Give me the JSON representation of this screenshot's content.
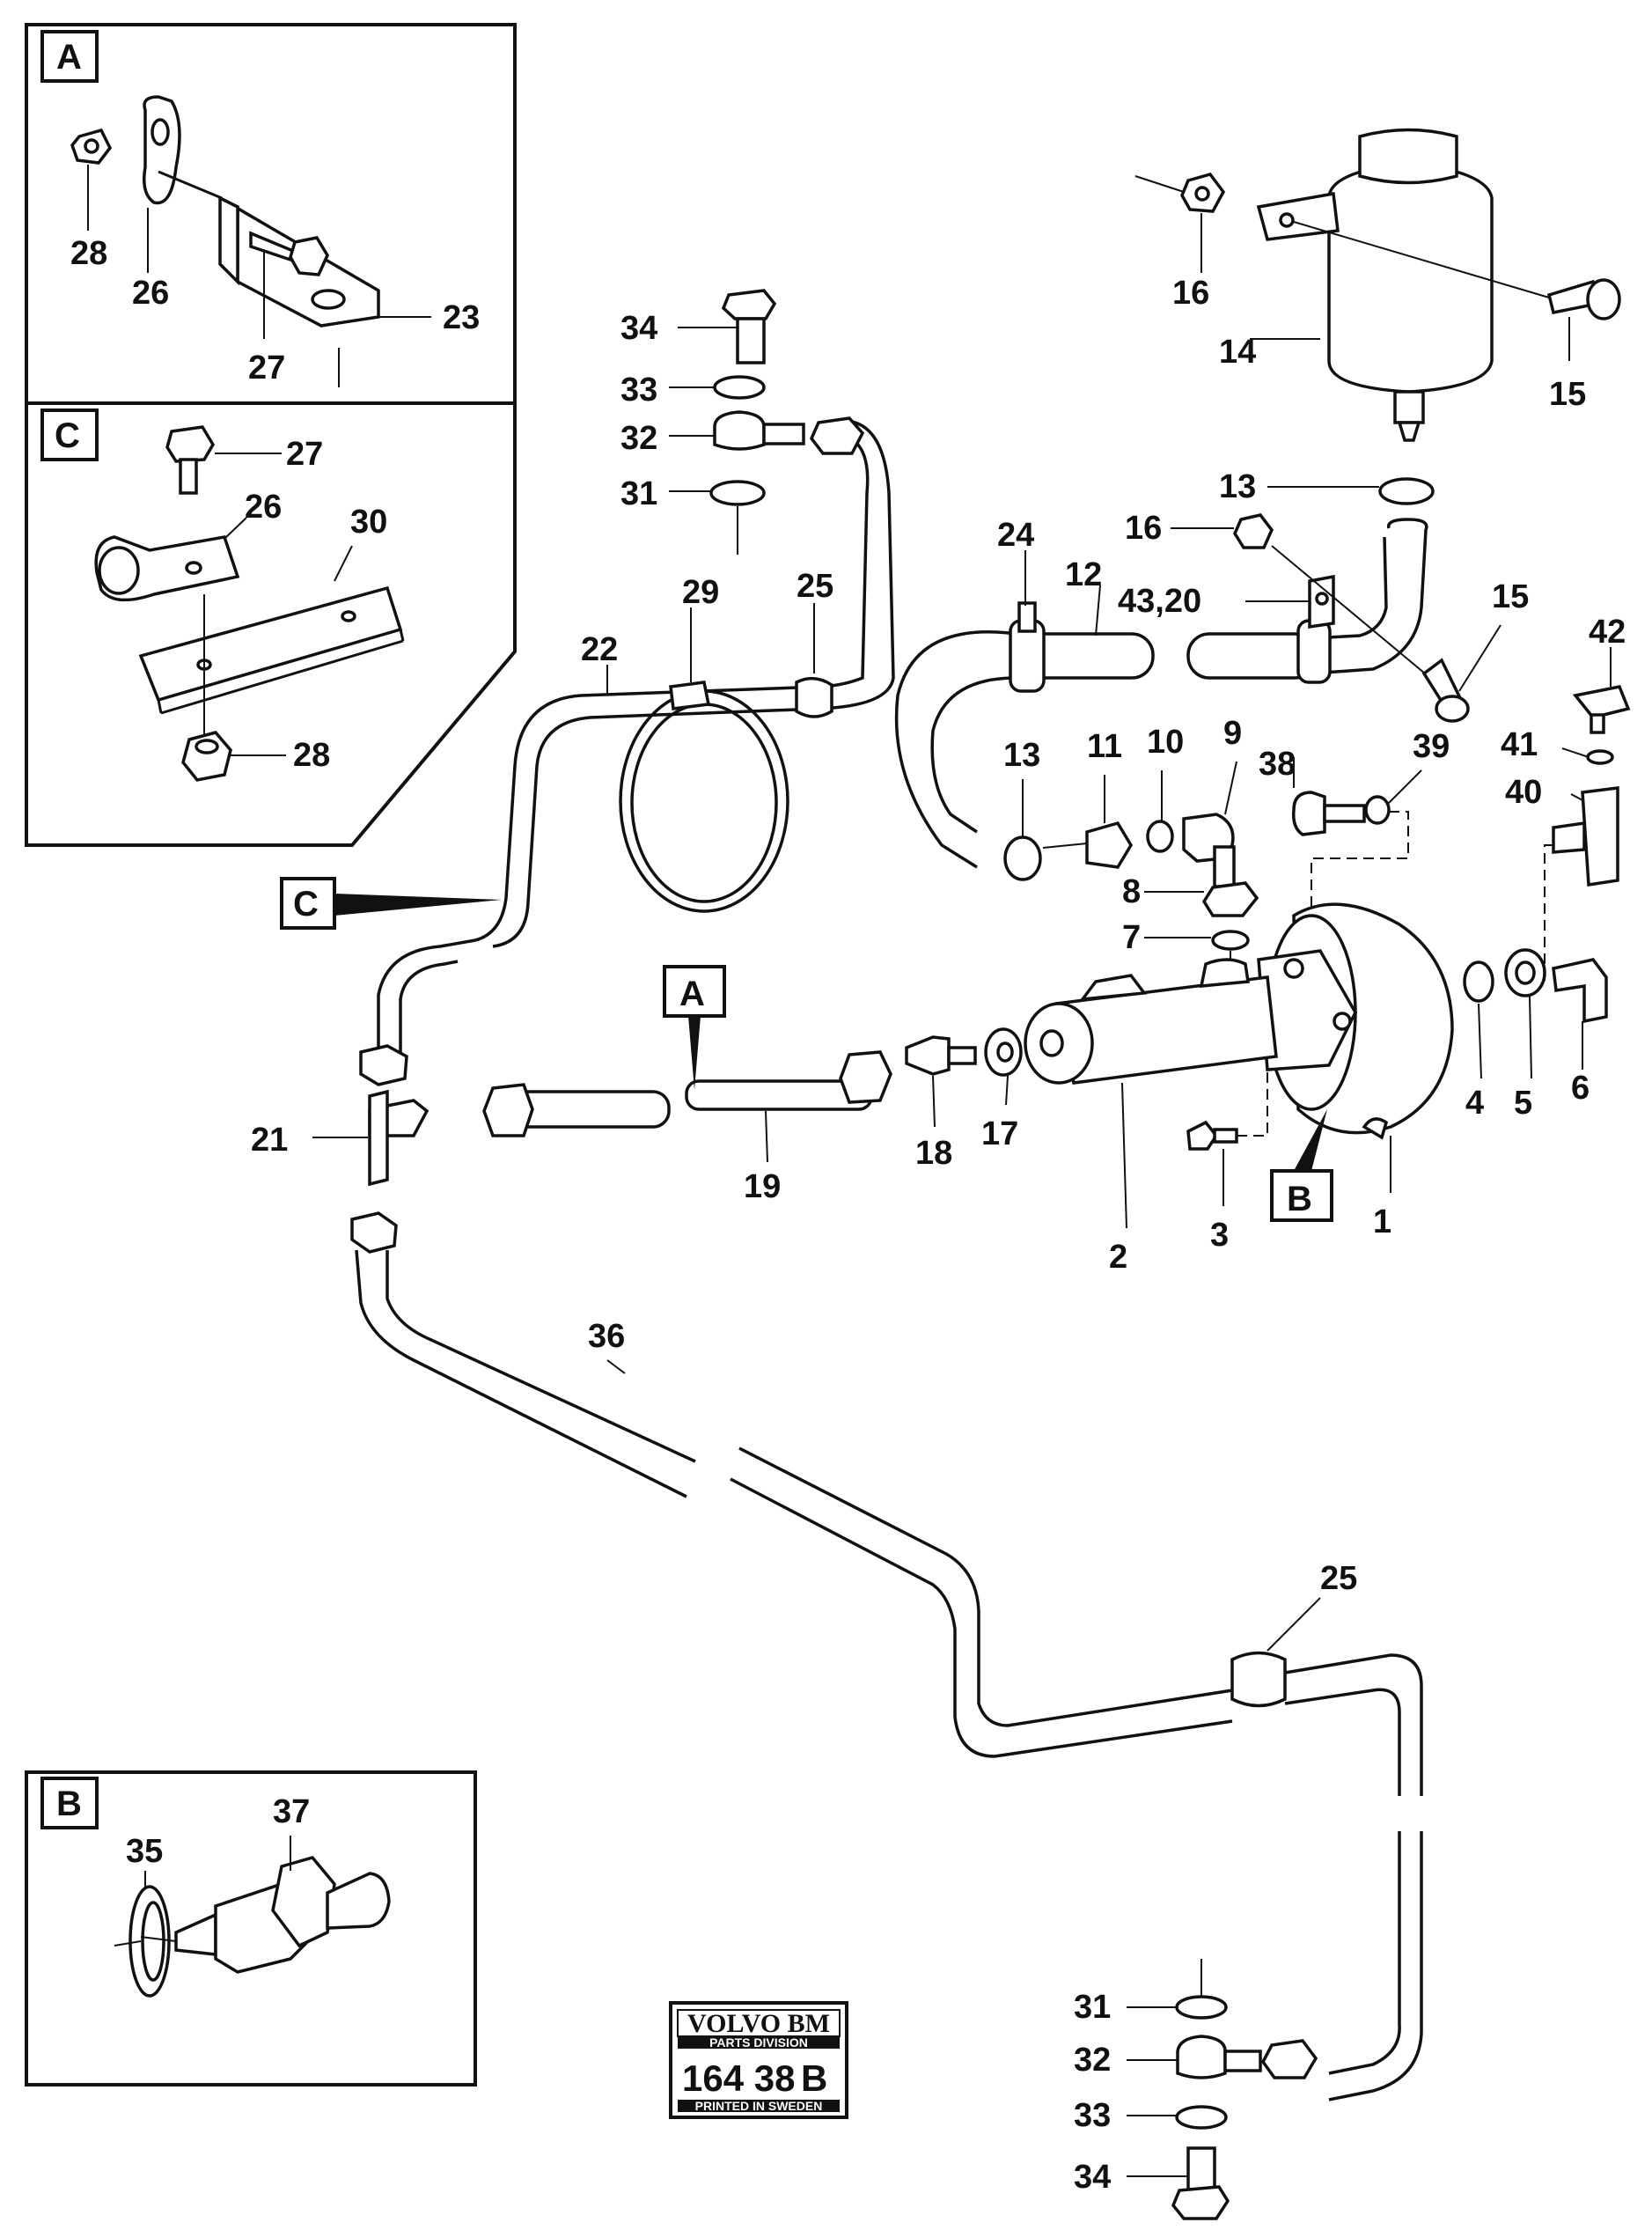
{
  "insets": {
    "A": "A",
    "B": "B",
    "C": "C"
  },
  "callouts": {
    "A": "A",
    "B": "B",
    "C": "C"
  },
  "labels": {
    "p1": "1",
    "p2": "2",
    "p3": "3",
    "p4": "4",
    "p5": "5",
    "p6": "6",
    "p7": "7",
    "p8": "8",
    "p9": "9",
    "p10": "10",
    "p11": "11",
    "p12": "12",
    "p13a": "13",
    "p13b": "13",
    "p14": "14",
    "p15a": "15",
    "p15b": "15",
    "p16a": "16",
    "p16b": "16",
    "p17": "17",
    "p18": "18",
    "p19": "19",
    "p21": "21",
    "p22": "22",
    "p24": "24",
    "p25a": "25",
    "p25b": "25",
    "p29": "29",
    "p31a": "31",
    "p31b": "31",
    "p32a": "32",
    "p32b": "32",
    "p33a": "33",
    "p33b": "33",
    "p34a": "34",
    "p34b": "34",
    "p36": "36",
    "p38": "38",
    "p39": "39",
    "p40": "40",
    "p41": "41",
    "p42": "42",
    "p43_20": "43,20",
    "a23": "23",
    "a26": "26",
    "a27": "27",
    "a28": "28",
    "c26": "26",
    "c27": "27",
    "c28": "28",
    "c30": "30",
    "b35": "35",
    "b37": "37"
  },
  "stamp": {
    "brand": "VOLVO BM",
    "division": "PARTS DIVISION",
    "number": "164 38",
    "suffix": "B",
    "footer": "PRINTED IN SWEDEN"
  }
}
